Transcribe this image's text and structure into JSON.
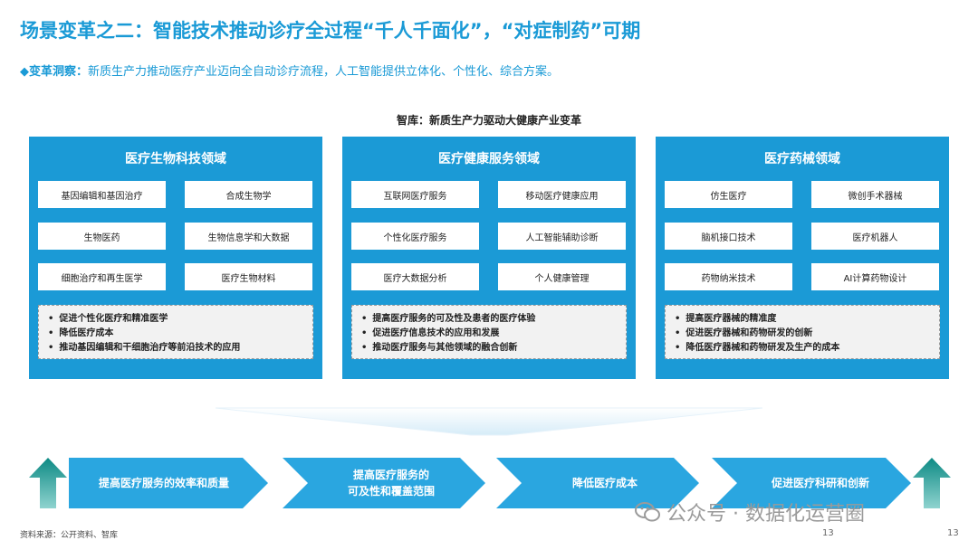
{
  "title": "场景变革之二：智能技术推动诊疗全过程“千人千面化”，“对症制药”可期",
  "subtitle": {
    "marker": "◆",
    "lead": "变革洞察：",
    "text": "新质生产力推动医疗产业迈向全自动诊疗流程，人工智能提供立体化、个性化、综合方案。"
  },
  "diagram_title": "智库：新质生产力驱动大健康产业变革",
  "panels": [
    {
      "title": "医疗生物科技领域",
      "items": [
        "基因编辑和基因治疗",
        "合成生物学",
        "生物医药",
        "生物信息学和大数据",
        "细胞治疗和再生医学",
        "医疗生物材料"
      ],
      "benefits": [
        "促进个性化医疗和精准医学",
        "降低医疗成本",
        "推动基因编辑和干细胞治疗等前沿技术的应用"
      ]
    },
    {
      "title": "医疗健康服务领域",
      "items": [
        "互联网医疗服务",
        "移动医疗健康应用",
        "个性化医疗服务",
        "人工智能辅助诊断",
        "医疗大数据分析",
        "个人健康管理"
      ],
      "benefits": [
        "提高医疗服务的可及性及患者的医疗体验",
        "促进医疗信息技术的应用和发展",
        "推动医疗服务与其他领域的融合创新"
      ]
    },
    {
      "title": "医疗药械领域",
      "items": [
        "仿生医疗",
        "微创手术器械",
        "脑机接口技术",
        "医疗机器人",
        "药物纳米技术",
        "AI计算药物设计"
      ],
      "benefits": [
        "提高医疗器械的精准度",
        "促进医疗器械和药物研发的创新",
        "降低医疗器械和药物研发及生产的成本"
      ]
    }
  ],
  "flow": [
    "提高医疗服务的效率和质量",
    "提高医疗服务的\n可及性和覆盖范围",
    "降低医疗成本",
    "促进医疗科研和创新"
  ],
  "footer": {
    "source": "资料来源：公开资料、智库",
    "watermark": "公众号 · 数据化运营圈",
    "page_a": "13",
    "page_b": "13"
  },
  "colors": {
    "brand_blue": "#1b9ad6",
    "flow_blue": "#2aa6e0",
    "arrow_green": "#0e8f8a",
    "text_gray": "#9a9a9a"
  }
}
